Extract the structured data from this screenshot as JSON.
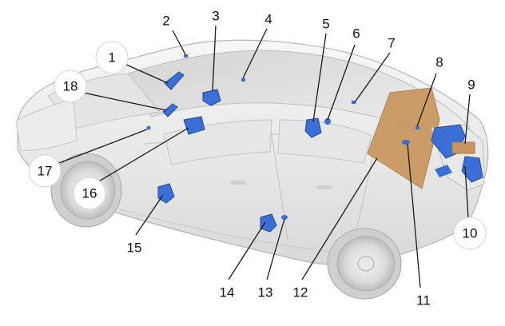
{
  "callouts": [
    {
      "id": 1,
      "label": "1"
    },
    {
      "id": 2,
      "label": "2"
    },
    {
      "id": 3,
      "label": "3"
    },
    {
      "id": 4,
      "label": "4"
    },
    {
      "id": 5,
      "label": "5"
    },
    {
      "id": 6,
      "label": "6"
    },
    {
      "id": 7,
      "label": "7"
    },
    {
      "id": 8,
      "label": "8"
    },
    {
      "id": 9,
      "label": "9"
    },
    {
      "id": 10,
      "label": "10"
    },
    {
      "id": 11,
      "label": "11"
    },
    {
      "id": 12,
      "label": "12"
    },
    {
      "id": 13,
      "label": "13"
    },
    {
      "id": 14,
      "label": "14"
    },
    {
      "id": 15,
      "label": "15"
    },
    {
      "id": 16,
      "label": "16"
    },
    {
      "id": 17,
      "label": "17"
    },
    {
      "id": 18,
      "label": "18"
    }
  ],
  "colors": {
    "component": "#3a6fd8",
    "component_shadow": "#24479a",
    "panel": "#c8965e",
    "body_light": "#f2f2f2",
    "body_mid": "#dcdcdc",
    "outline": "#b5b5b5"
  }
}
